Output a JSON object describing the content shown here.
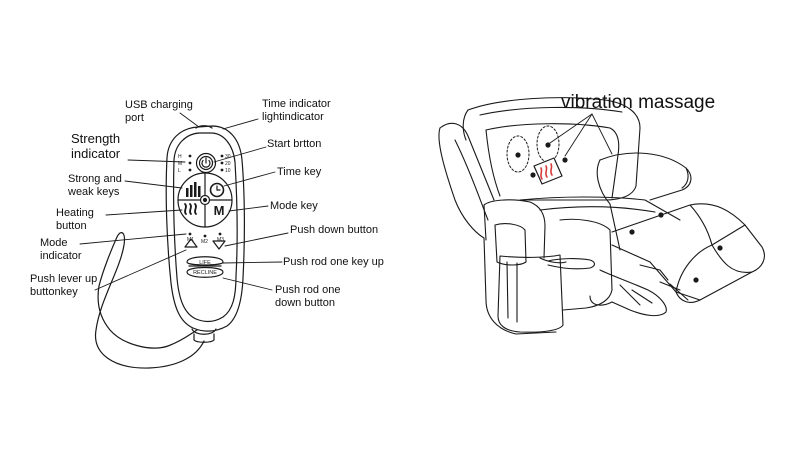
{
  "labels": {
    "usb_port": [
      "USB charging",
      "port"
    ],
    "time_indicator": [
      "Time indicator",
      "lightindicator"
    ],
    "strength_indicator": [
      "Strength",
      "indicator"
    ],
    "start_button": "Start brtton",
    "time_key": "Time key",
    "strong_weak_keys": [
      "Strong and",
      "weak keys"
    ],
    "heating_button": [
      "Heating",
      "button"
    ],
    "mode_key": "Mode key",
    "mode_indicator": [
      "Mode",
      "indicator"
    ],
    "push_down_button": "Push down button",
    "push_lever_up": [
      "Push lever up",
      "buttonkey"
    ],
    "push_rod_up": "Push rod one key up",
    "push_rod_down": [
      "Push rod one",
      "down button"
    ],
    "vibration_massage": "vibration massage"
  },
  "remote": {
    "life_label": "LIFE",
    "recline_label": "RECLINE",
    "mode_key_glyph": "M"
  }
}
